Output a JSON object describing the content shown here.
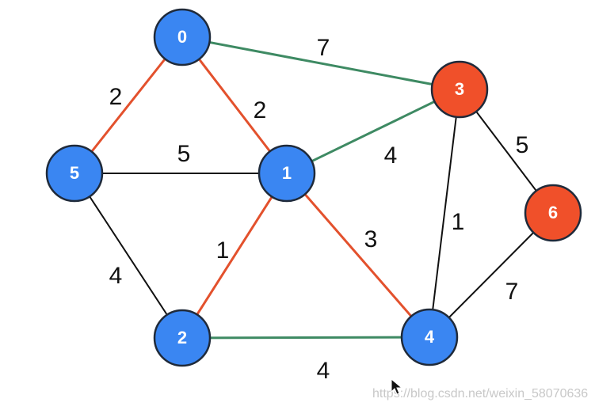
{
  "graph": {
    "colors": {
      "blue_node": "#3a86f2",
      "red_node": "#f0502a",
      "node_stroke": "#1f2a3a",
      "edge_black": "#111111",
      "edge_red": "#e3512d",
      "edge_green": "#3e8a63",
      "label_text": "#111111",
      "node_text": "#ffffff"
    },
    "nodes": [
      {
        "id": "0",
        "label": "0",
        "color": "blue"
      },
      {
        "id": "1",
        "label": "1",
        "color": "blue"
      },
      {
        "id": "2",
        "label": "2",
        "color": "blue"
      },
      {
        "id": "3",
        "label": "3",
        "color": "red"
      },
      {
        "id": "4",
        "label": "4",
        "color": "blue"
      },
      {
        "id": "5",
        "label": "5",
        "color": "blue"
      },
      {
        "id": "6",
        "label": "6",
        "color": "red"
      }
    ],
    "edges": [
      {
        "from": "0",
        "to": "3",
        "weight": "7",
        "color": "green"
      },
      {
        "from": "0",
        "to": "5",
        "weight": "2",
        "color": "red"
      },
      {
        "from": "0",
        "to": "1",
        "weight": "2",
        "color": "red"
      },
      {
        "from": "5",
        "to": "1",
        "weight": "5",
        "color": "black"
      },
      {
        "from": "1",
        "to": "3",
        "weight": "4",
        "color": "green"
      },
      {
        "from": "5",
        "to": "2",
        "weight": "4",
        "color": "black"
      },
      {
        "from": "2",
        "to": "1",
        "weight": "1",
        "color": "red"
      },
      {
        "from": "1",
        "to": "4",
        "weight": "3",
        "color": "red"
      },
      {
        "from": "3",
        "to": "4",
        "weight": "1",
        "color": "black"
      },
      {
        "from": "3",
        "to": "6",
        "weight": "5",
        "color": "black"
      },
      {
        "from": "6",
        "to": "4",
        "weight": "7",
        "color": "black"
      },
      {
        "from": "2",
        "to": "4",
        "weight": "4",
        "color": "green"
      }
    ]
  },
  "watermark": "https://blog.csdn.net/weixin_58070636",
  "cursor_icon": "arrow-cursor-icon"
}
